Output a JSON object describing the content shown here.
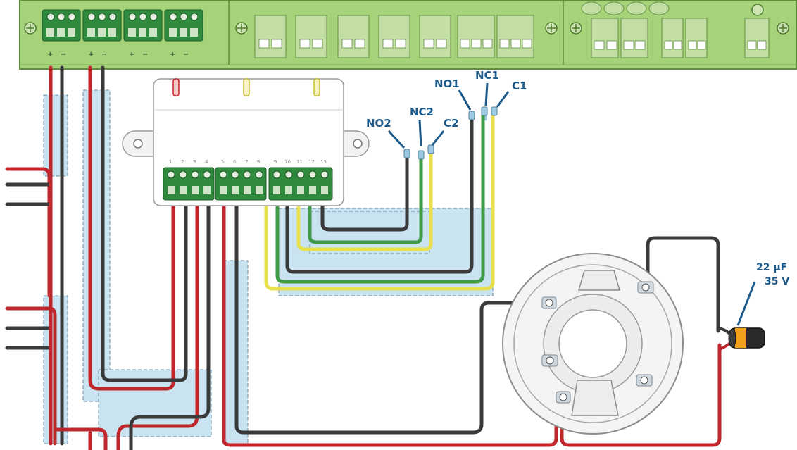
{
  "relay_terminals": {
    "no2": "NO2",
    "nc2": "NC2",
    "c2": "C2",
    "no1": "NO1",
    "nc1": "NC1",
    "c1": "C1"
  },
  "module_pins": [
    "1",
    "2",
    "3",
    "4",
    "5",
    "6",
    "7",
    "8",
    "9",
    "10",
    "11",
    "12",
    "13"
  ],
  "capacitor": {
    "capacitance": "22 µF",
    "voltage": "35 V"
  },
  "colors": {
    "board": "#a6d27a",
    "board_dark": "#5f8f3c",
    "terminal_block": "#2f8a3e",
    "wire_red": "#c0272d",
    "wire_black": "#3a3a3a",
    "wire_yellow": "#e8e04a",
    "wire_green": "#3f9b45",
    "wire_blue": "#9ec9e2",
    "shield_fill": "#c9e3f1",
    "label_blue": "#1b5a8a"
  }
}
